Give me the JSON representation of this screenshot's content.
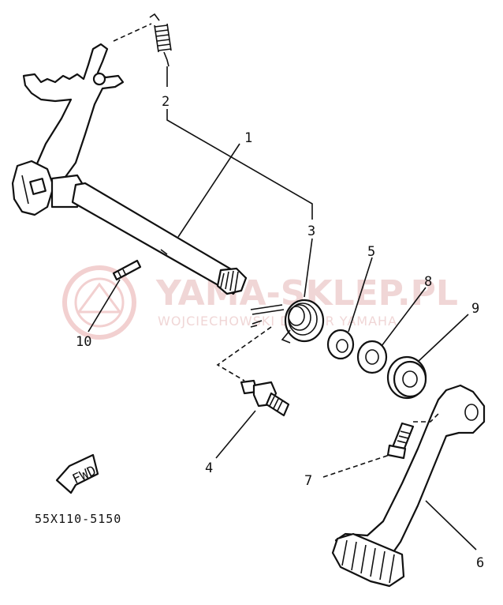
{
  "watermark": {
    "title": "YAMA-SKLEP.PL",
    "subtitle": "WOJCIECHOWSKI DEALER YAMAHA"
  },
  "diagram": {
    "part_code": "55X110-5150",
    "direction_badge": "FWD",
    "callouts": [
      {
        "id": "callout-1",
        "label": "1"
      },
      {
        "id": "callout-2",
        "label": "2"
      },
      {
        "id": "callout-3",
        "label": "3"
      },
      {
        "id": "callout-4",
        "label": "4"
      },
      {
        "id": "callout-5",
        "label": "5"
      },
      {
        "id": "callout-6",
        "label": "6"
      },
      {
        "id": "callout-7",
        "label": "7"
      },
      {
        "id": "callout-8",
        "label": "8"
      },
      {
        "id": "callout-9",
        "label": "9"
      },
      {
        "id": "callout-10",
        "label": "10"
      }
    ]
  },
  "colors": {
    "line": "#111111",
    "watermark": "#f0d6d6",
    "background": "#ffffff"
  }
}
